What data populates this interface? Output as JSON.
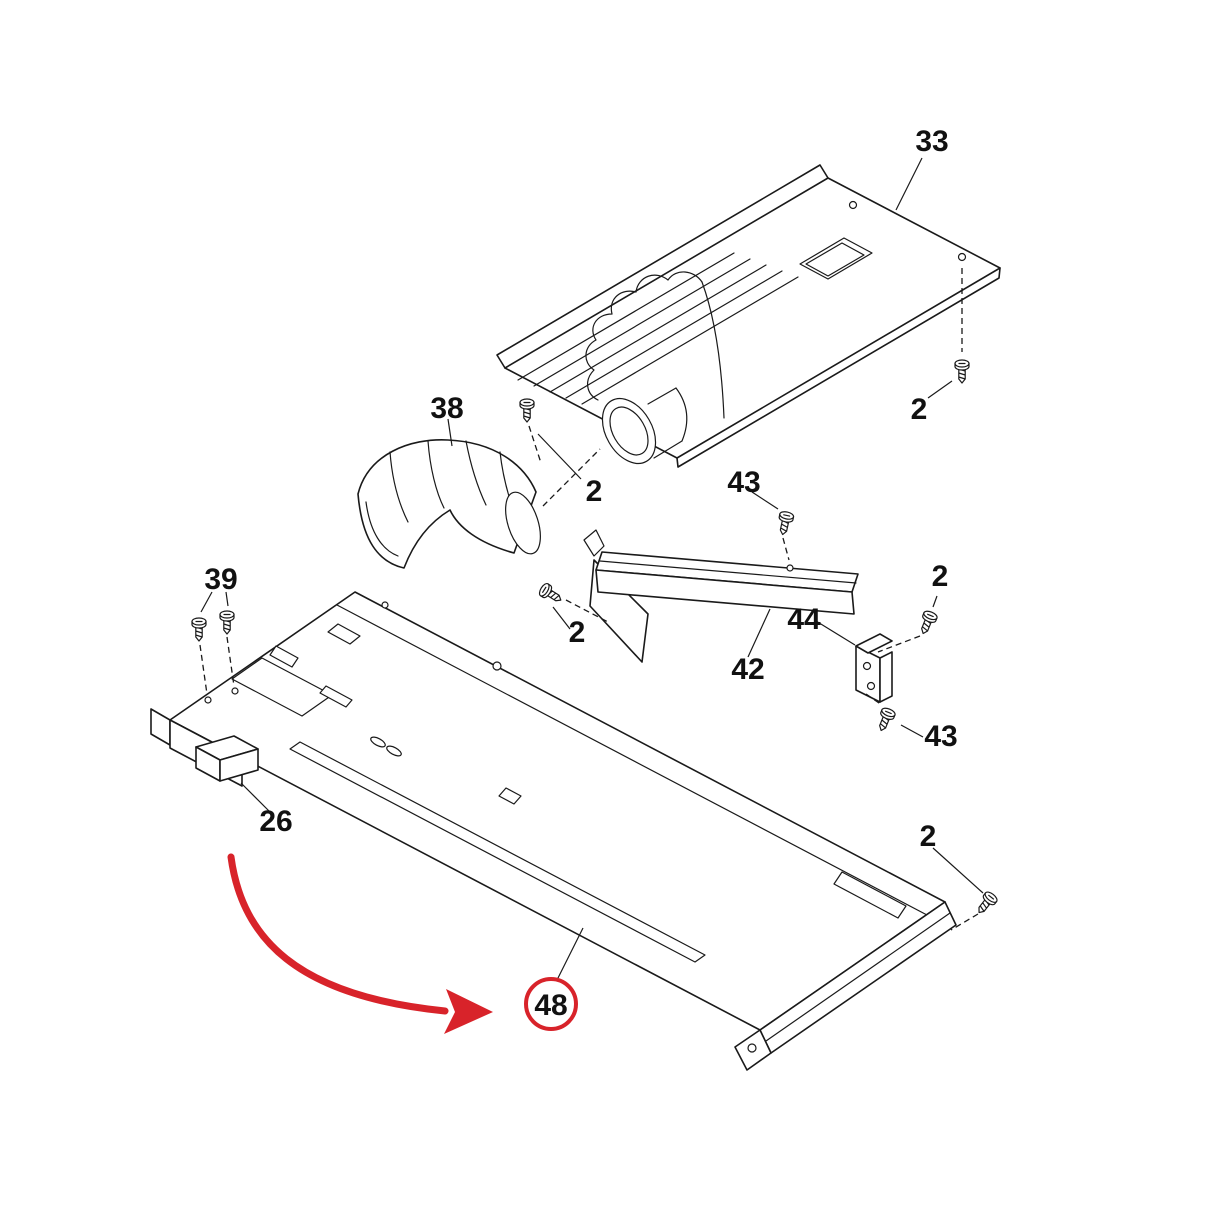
{
  "diagram": {
    "type": "exploded-parts-diagram",
    "background_color": "#ffffff",
    "line_color": "#1a1a1a",
    "highlight_color": "#d8232a",
    "highlighted_part": "48",
    "callouts": [
      {
        "id": "part-33-top-panel",
        "text": "33"
      },
      {
        "id": "screw-2-top-right",
        "text": "2"
      },
      {
        "id": "part-38-duct-elbow",
        "text": "38"
      },
      {
        "id": "screw-2-duct",
        "text": "2"
      },
      {
        "id": "screw-43-top",
        "text": "43"
      },
      {
        "id": "screw-2-rail-left",
        "text": "2"
      },
      {
        "id": "part-42-rail",
        "text": "42"
      },
      {
        "id": "part-44-bracket",
        "text": "44"
      },
      {
        "id": "screw-2-bracket",
        "text": "2"
      },
      {
        "id": "screw-43-bottom",
        "text": "43"
      },
      {
        "id": "part-39-screws",
        "text": "39"
      },
      {
        "id": "part-26-block",
        "text": "26"
      },
      {
        "id": "part-48-base-panel",
        "text": "48"
      },
      {
        "id": "screw-2-bottom-right",
        "text": "2"
      }
    ]
  }
}
